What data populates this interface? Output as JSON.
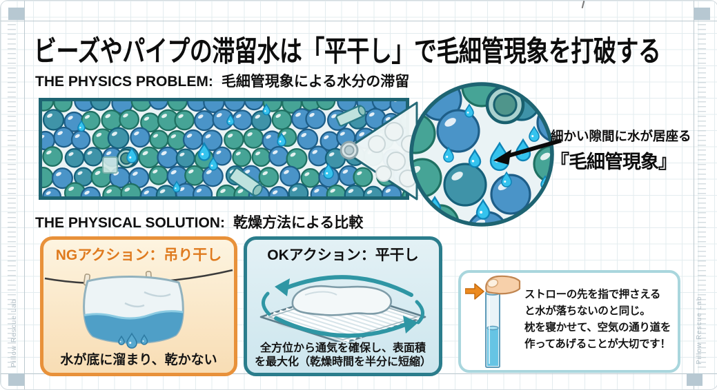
{
  "page": {
    "title": "ビーズやパイプの滞留水は「平干し」で毛細管現象を打破する",
    "watermark": "Pillow Rescue Lab"
  },
  "problem": {
    "heading_en": "THE PHYSICS PROBLEM:",
    "heading_ja": "毛細管現象による水分の滞留",
    "annotation_line1": "細かい隙間に水が居座る",
    "annotation_line2": "『毛細管現象』"
  },
  "solution": {
    "heading_en": "THE PHYSICAL SOLUTION:",
    "heading_ja": "乾燥方法による比較",
    "ng": {
      "title": "NGアクション：吊り干し",
      "caption": "水が底に溜まり、乾かない"
    },
    "ok": {
      "title": "OKアクション：平干し",
      "caption_line1": "全方位から通気を確保し、表面積",
      "caption_line2": "を最大化（乾燥時間を半分に短縮）"
    },
    "tip": {
      "line1": "ストローの先を指で押さえる",
      "line2": "と水が落ちないのと同じ。",
      "line3": "枕を寝かせて、空気の通り道を",
      "line4": "作ってあげることが大切です！"
    }
  },
  "colors": {
    "ng_accent": "#e8913a",
    "ng_title": "#df7a1e",
    "ok_accent": "#2b7d8c",
    "tip_border": "#a9d6dd",
    "bead_blue": "#4a94c8",
    "bead_teal": "#46a496",
    "droplet": "#35c3ee",
    "water": "#4f9fc7",
    "arrow_orange": "#ec8a1f",
    "illustration_outline": "#1e6472"
  }
}
